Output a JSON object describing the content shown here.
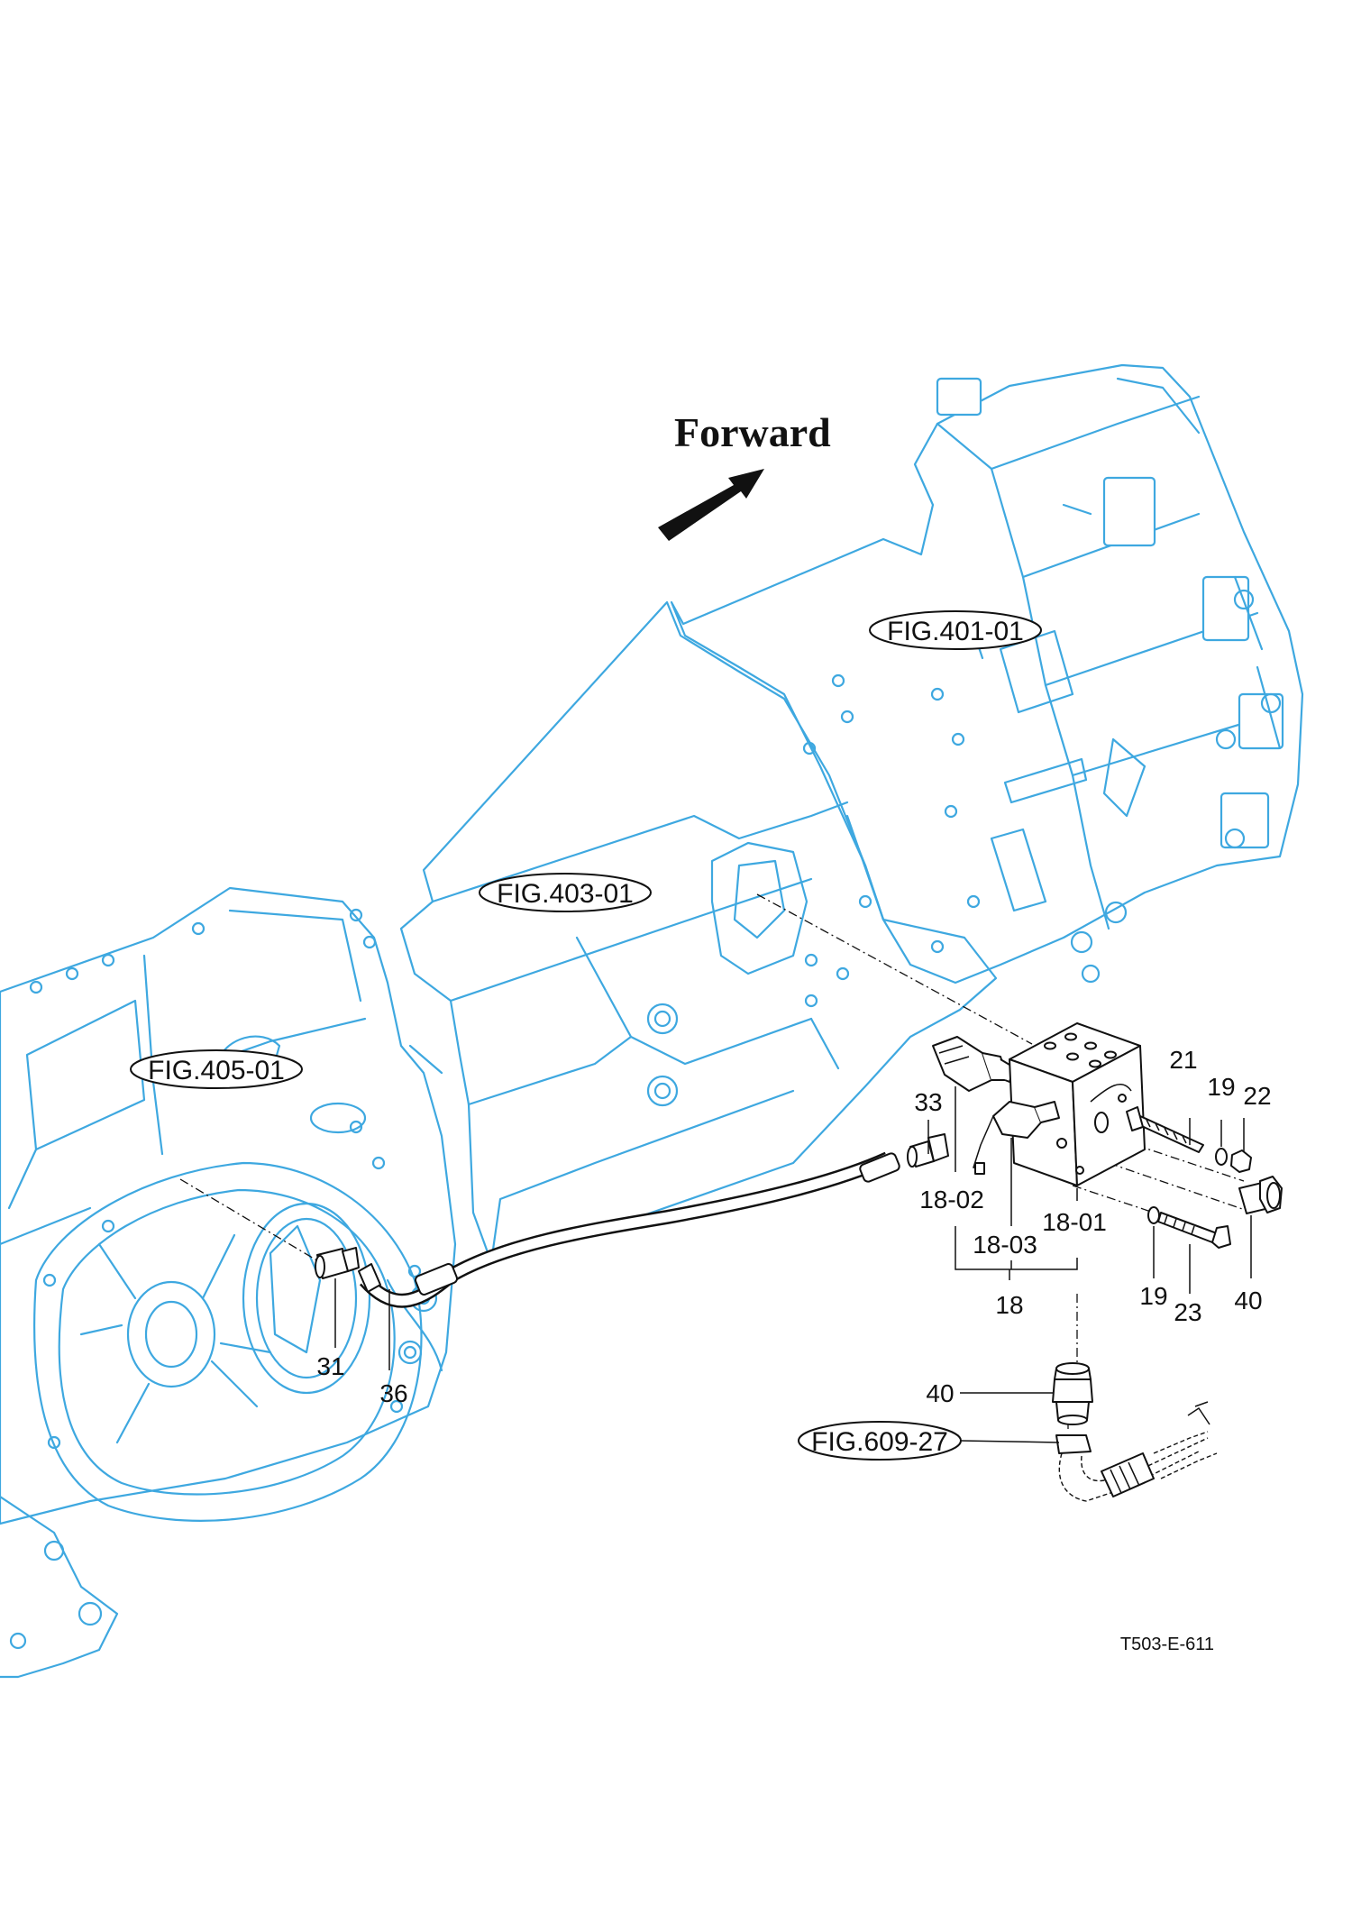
{
  "heading": {
    "forward_label": "Forward"
  },
  "references": {
    "fig_401": "FIG.401-01",
    "fig_403": "FIG.403-01",
    "fig_405": "FIG.405-01",
    "fig_609": "FIG.609-27"
  },
  "callouts": {
    "p33": "33",
    "p21": "21",
    "p19a": "19",
    "p22": "22",
    "p18_02": "18-02",
    "p18_01": "18-01",
    "p18_03": "18-03",
    "p18": "18",
    "p19b": "19",
    "p23": "23",
    "p40a": "40",
    "p31": "31",
    "p36": "36",
    "p40b": "40"
  },
  "drawing_code": "T503-E-611",
  "colors": {
    "casing": "#3ea8e0",
    "parts": "#111111",
    "background": "#ffffff"
  }
}
